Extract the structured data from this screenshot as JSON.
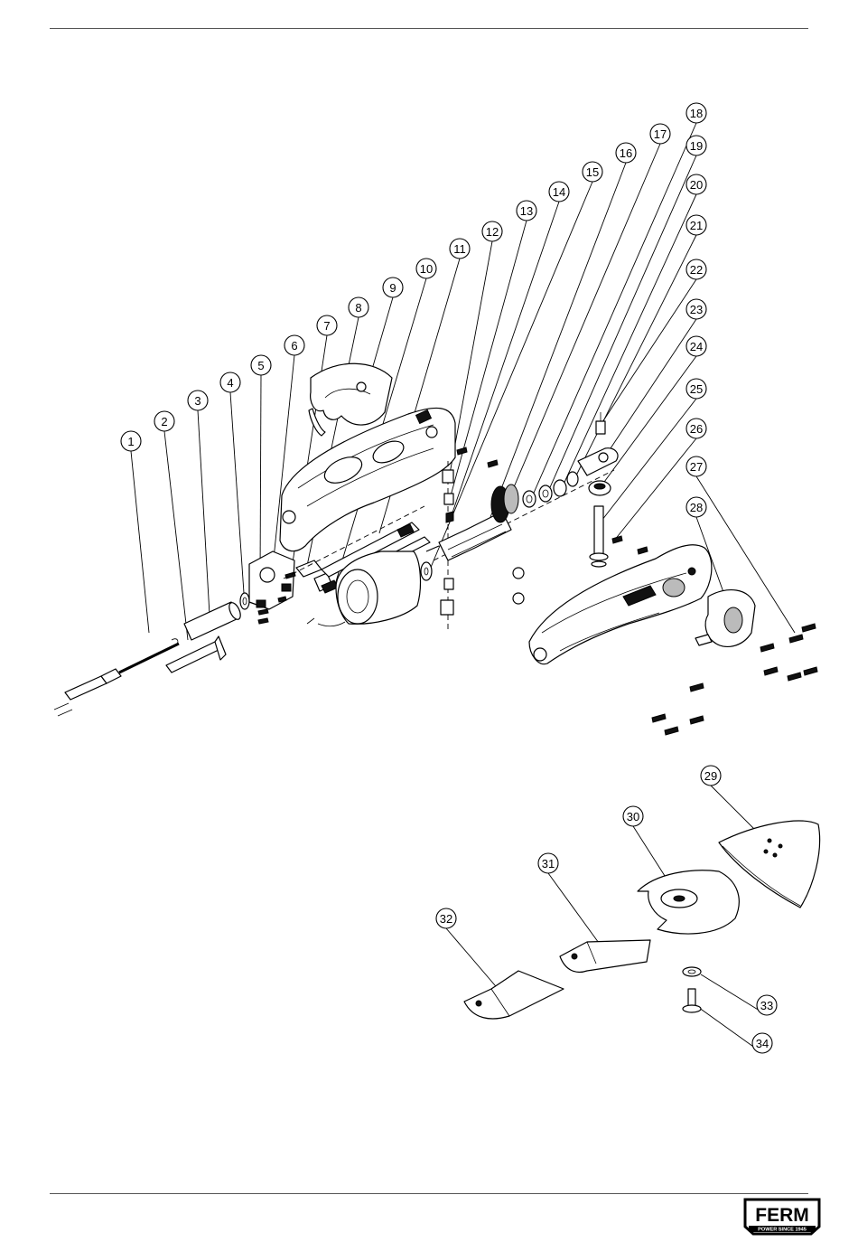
{
  "brand": {
    "name": "FERM",
    "tagline": "POWER SINCE 1945"
  },
  "callouts": [
    {
      "n": "1"
    },
    {
      "n": "2"
    },
    {
      "n": "3"
    },
    {
      "n": "4"
    },
    {
      "n": "5"
    },
    {
      "n": "6"
    },
    {
      "n": "7"
    },
    {
      "n": "8"
    },
    {
      "n": "9"
    },
    {
      "n": "10"
    },
    {
      "n": "11"
    },
    {
      "n": "12"
    },
    {
      "n": "13"
    },
    {
      "n": "14"
    },
    {
      "n": "15"
    },
    {
      "n": "16"
    },
    {
      "n": "17"
    },
    {
      "n": "18"
    },
    {
      "n": "19"
    },
    {
      "n": "20"
    },
    {
      "n": "21"
    },
    {
      "n": "22"
    },
    {
      "n": "23"
    },
    {
      "n": "24"
    },
    {
      "n": "25"
    },
    {
      "n": "26"
    },
    {
      "n": "27"
    },
    {
      "n": "28"
    },
    {
      "n": "29"
    },
    {
      "n": "30"
    },
    {
      "n": "31"
    },
    {
      "n": "32"
    },
    {
      "n": "33"
    },
    {
      "n": "34"
    }
  ],
  "colors": {
    "line": "#000000",
    "background": "#ffffff",
    "rule": "#555555"
  }
}
